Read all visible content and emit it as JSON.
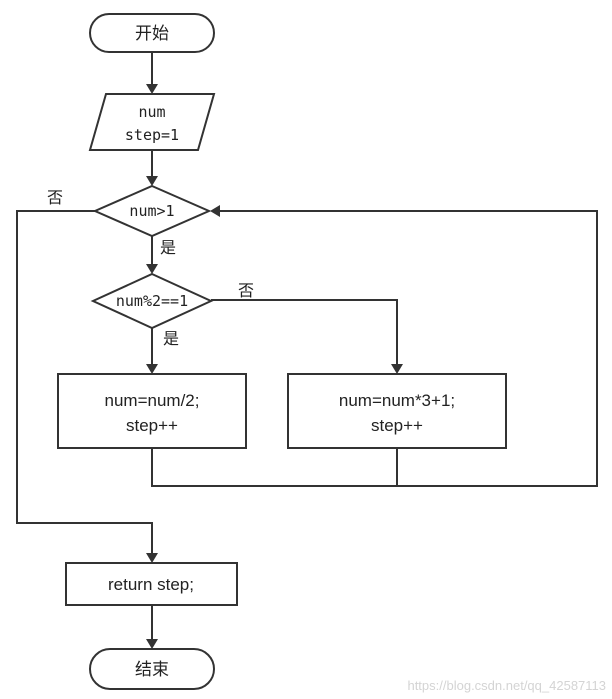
{
  "nodes": {
    "start": "开始",
    "input_line1": "num",
    "input_line2": "step=1",
    "cond1": "num>1",
    "cond2": "num%2==1",
    "even_line1": "num=num/2;",
    "even_line2": "step++",
    "odd_line1": "num=num*3+1;",
    "odd_line2": "step++",
    "return": "return step;",
    "end": "结束"
  },
  "edges": {
    "cond1_yes": "是",
    "cond1_no": "否",
    "cond2_yes": "是",
    "cond2_no": "否"
  },
  "watermark": "https://blog.csdn.net/qq_42587113"
}
